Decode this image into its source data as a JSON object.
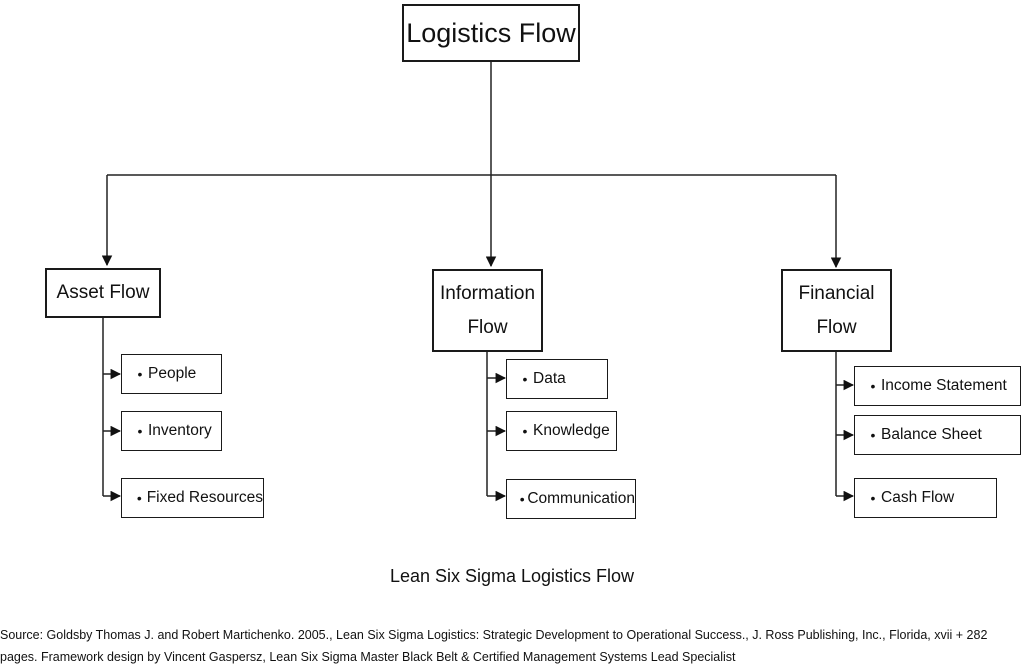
{
  "root": {
    "title": "Logistics Flow"
  },
  "categories": [
    {
      "title_lines": [
        "Asset Flow"
      ],
      "items": [
        "People",
        "Inventory",
        "Fixed Resources"
      ]
    },
    {
      "title_lines": [
        "Information",
        "Flow"
      ],
      "items": [
        "Data",
        "Knowledge",
        "Communication"
      ]
    },
    {
      "title_lines": [
        "Financial",
        "Flow"
      ],
      "items": [
        "Income Statement",
        "Balance Sheet",
        "Cash Flow"
      ]
    }
  ],
  "bullet": "•",
  "caption": "Lean Six Sigma Logistics Flow",
  "source_lines": [
    "Source: Goldsby Thomas J. and Robert Martichenko. 2005., Lean Six Sigma Logistics: Strategic Development to Operational Success., J. Ross Publishing, Inc., Florida, xvii + 282",
    "pages. Framework design by Vincent Gaspersz, Lean Six Sigma Master Black Belt & Certified Management Systems Lead Specialist"
  ]
}
